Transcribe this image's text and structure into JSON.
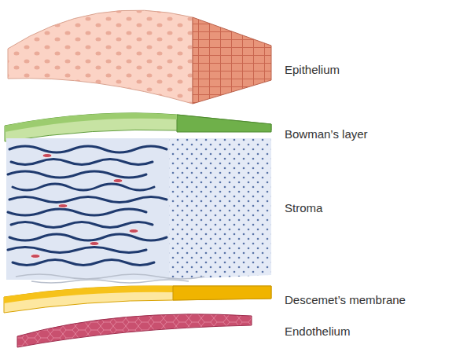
{
  "diagram": {
    "labels": [
      "Epithelium",
      "Bowman’s layer",
      "Stroma",
      "Descemet’s membrane",
      "Endothelium"
    ]
  }
}
